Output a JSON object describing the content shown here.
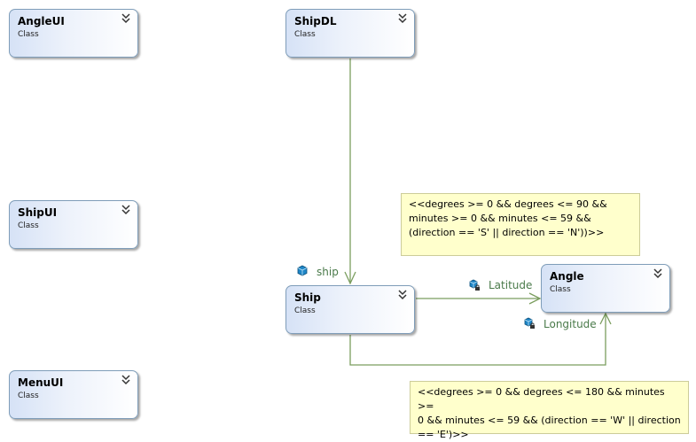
{
  "classes": {
    "angle_ui": {
      "name": "AngleUI",
      "stereotype": "Class"
    },
    "ship_dl": {
      "name": "ShipDL",
      "stereotype": "Class"
    },
    "ship_ui": {
      "name": "ShipUI",
      "stereotype": "Class"
    },
    "ship": {
      "name": "Ship",
      "stereotype": "Class"
    },
    "angle": {
      "name": "Angle",
      "stereotype": "Class"
    },
    "menu_ui": {
      "name": "MenuUI",
      "stereotype": "Class"
    }
  },
  "associations": {
    "ship": "ship",
    "latitude": "Latitude",
    "longitude": "Longitude"
  },
  "notes": {
    "latitude_constraint": "<<degrees >= 0 && degrees <= 90 &&\nminutes >= 0 && minutes <= 59 &&\n(direction == 'S' || direction == 'N'))>>",
    "longitude_constraint": "<<degrees >= 0 && degrees <= 180 && minutes >=\n0 && minutes <= 59 && (direction == 'W' || direction\n== 'E')>>"
  },
  "colors": {
    "connector": "#7b9e5f",
    "box_border": "#7f9db9",
    "note_fill": "#ffffcc",
    "label_text": "#4a7a4a"
  }
}
